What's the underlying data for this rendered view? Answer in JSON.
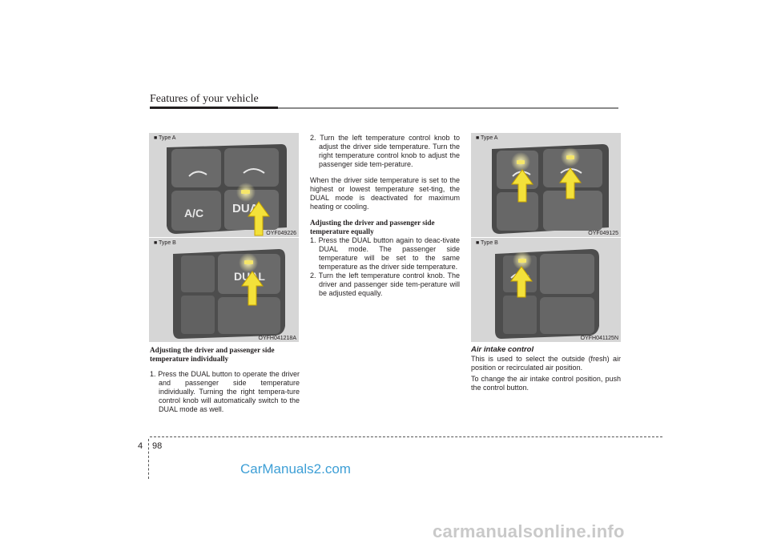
{
  "header": {
    "title": "Features of your vehicle"
  },
  "figures": {
    "fig1": {
      "type_label": "■ Type A",
      "code": "OYF049226",
      "buttons": [
        "A/C",
        "DUAL"
      ]
    },
    "fig2": {
      "type_label": "■ Type B",
      "code": "OYFH041218A",
      "buttons": [
        "DUAL"
      ]
    },
    "fig3": {
      "type_label": "■ Type A",
      "code": "OYF049125"
    },
    "fig4": {
      "type_label": "■ Type B",
      "code": "OYFH041125N"
    }
  },
  "col1": {
    "heading": "Adjusting the driver and passenger side temperature individually",
    "item1": "1. Press the DUAL button to operate the driver and passenger side temperature individually. Turning the right tempera-ture control knob will automatically switch to the DUAL mode as well."
  },
  "col2": {
    "item2": "2. Turn the left temperature control knob to adjust the driver side temperature. Turn the right temperature control knob to adjust the passenger side tem-perature.",
    "para": "When the driver side temperature is set to the highest or lowest temperature set-ting, the DUAL mode is deactivated for maximum heating or cooling.",
    "heading": "Adjusting the driver and passenger side temperature equally",
    "item1": "1. Press the DUAL button again to deac-tivate DUAL mode. The passenger side temperature will be set to the same temperature as the driver side temperature.",
    "item2b": "2. Turn the left temperature control knob. The driver and passenger side tem-perature will be adjusted equally."
  },
  "col3": {
    "heading": "Air intake control",
    "p1": "This is used to select the outside (fresh) air position or recirculated air position.",
    "p2": "To change the air intake control position, push the control button."
  },
  "footer": {
    "chapter": "4",
    "page": "98"
  },
  "watermarks": {
    "wm1": "CarManuals2.com",
    "wm2": "carmanualsonline.info"
  },
  "colors": {
    "panel": "#d6d6d6",
    "button": "#5a5a5a",
    "led": "#f5e66a",
    "arrow": "#f3e13a",
    "watermark": "#3e9fd6"
  }
}
